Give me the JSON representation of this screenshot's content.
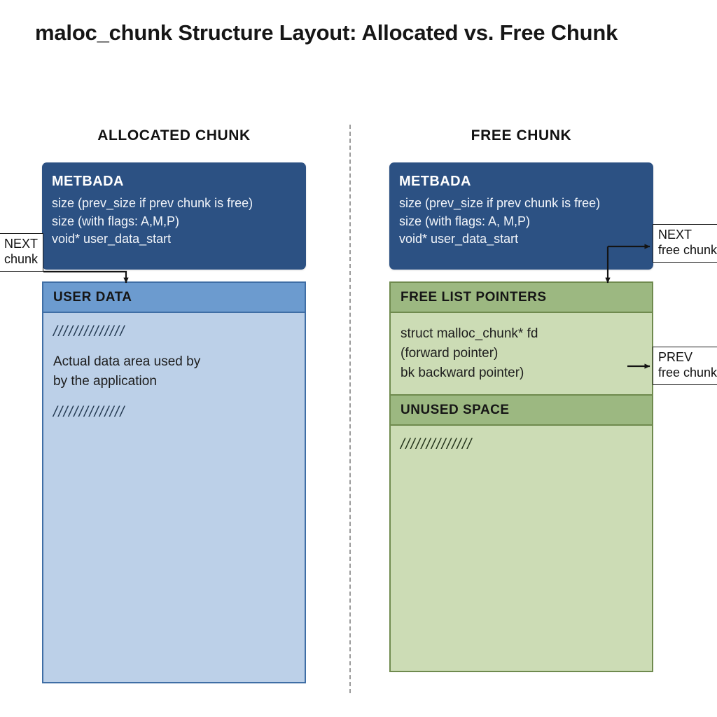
{
  "title": "maloc_chunk Structure Layout: Allocated vs. Free Chunk",
  "columns": {
    "allocated": {
      "heading": "ALLOCATED CHUNK",
      "metadata": {
        "title": "METBADA",
        "lines": [
          "size (prev_size if prev chunk is free)",
          "size (with flags: A,M,P)",
          "void* user_data_start"
        ]
      },
      "user_data": {
        "header": "USER DATA",
        "hatch_top": "//////////////",
        "lines": [
          "Actual data area used by",
          "by the application"
        ],
        "hatch_bottom": "//////////////"
      }
    },
    "free": {
      "heading": "FREE CHUNK",
      "metadata": {
        "title": "METBADA",
        "lines": [
          "size (prev_size if prev chunk is free)",
          "size (with flags: A, M,P)",
          "void* user_data_start"
        ]
      },
      "free_list_pointers": {
        "header": "FREE LIST POINTERS",
        "lines": [
          "struct malloc_chunk* fd",
          "(forward pointer)",
          "bk backward pointer)"
        ]
      },
      "unused_space": {
        "header": "UNUSED SPACE",
        "hatch": "//////////////"
      }
    }
  },
  "callouts": {
    "next_chunk": {
      "line1": "NEXT",
      "line2": "chunk"
    },
    "next_free_chunk": {
      "line1": "NEXT",
      "line2": "free chunk"
    },
    "prev_free_chunk": {
      "line1": "PREV",
      "line2": "free chunk"
    }
  },
  "colors": {
    "metadata_blue": "#2c5183",
    "user_data_header_blue": "#6c9bcf",
    "user_data_body_blue": "#bcd0e8",
    "user_data_border_blue": "#3f6ea5",
    "free_header_green": "#9cb881",
    "free_body_green": "#ccdcb5",
    "free_border_green": "#6f8a4e",
    "divider_gray": "#9a9a9a",
    "text_dark": "#161616",
    "background": "#ffffff"
  }
}
